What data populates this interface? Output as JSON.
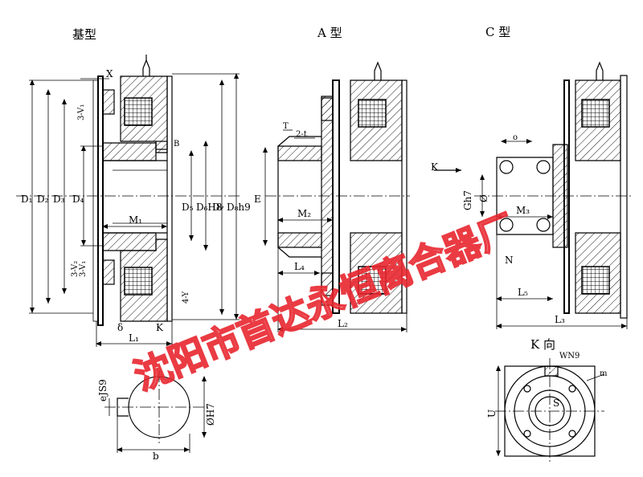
{
  "titles": {
    "base": "基型",
    "a": "A 型",
    "c": "C 型",
    "k_view": "K 向"
  },
  "labels": {
    "x": "X",
    "v1": "3-V₁",
    "v2": "3-V₂",
    "v1b": "3-V₁",
    "b": "B",
    "d1": "D₁",
    "d2": "D₂",
    "d3": "D₃",
    "d4": "D₄",
    "d5": "D₅",
    "d6": "D₆H8",
    "d7": "D₇",
    "d8": "D₈h9",
    "m1": "M₁",
    "y": "4-Y",
    "delta": "δ",
    "k_small": "K",
    "l1": "L₁",
    "t": "T",
    "t2": "2-t",
    "e": "E",
    "m2": "M₂",
    "l4": "L₄",
    "l2": "L₂",
    "k_arrow": "K",
    "o": "o",
    "gh7": "Gh7",
    "phi": "Ø",
    "m3": "M₃",
    "n": "N",
    "l5": "L₅",
    "l3": "L₃",
    "wn9": "WN9",
    "m": "m",
    "s": "S",
    "u": "U",
    "ejs9": "eJS9",
    "h7": "ØH7",
    "b_small": "b"
  },
  "watermark": "沈阳市首达永恒离合器厂"
}
